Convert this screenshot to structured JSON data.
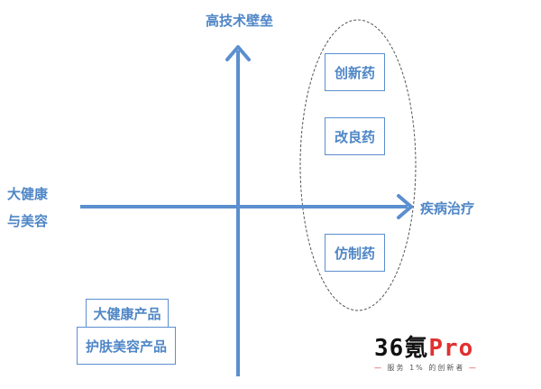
{
  "diagram": {
    "axes": {
      "y_top_label": "高技术壁垒",
      "x_right_label": "疾病治疗",
      "x_left_label_line1": "大健康",
      "x_left_label_line2": "与美容"
    },
    "ellipse_group": {
      "items": [
        "创新药",
        "改良药",
        "仿制药"
      ]
    },
    "bottom_left_boxes": {
      "back": "大健康产品",
      "front": "护肤美容产品"
    },
    "colors": {
      "axis": "#5b8fcf",
      "text": "#4f86c6",
      "ellipse": "#555555"
    }
  },
  "watermark": {
    "main_prefix": "36氪",
    "main_suffix": "Pro",
    "tagline": "服务 1% 的创新者",
    "dash": "—"
  }
}
